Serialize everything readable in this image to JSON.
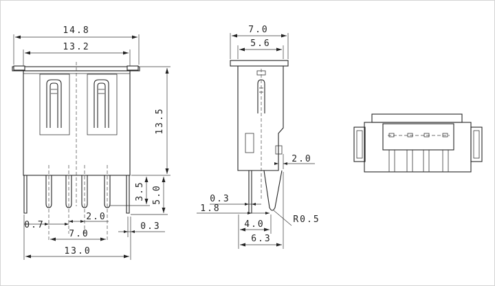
{
  "figure": {
    "front_view": {
      "dims": {
        "overall_width": "14.8",
        "body_width": "13.2",
        "height": "13.5",
        "pin_length": "3.5",
        "pin_total": "5.0",
        "pin_pitch": "2.0",
        "pin_offset": "0.7",
        "pin_span": "7.0",
        "peg_width": "0.3",
        "peg_span": "13.0"
      }
    },
    "side_view": {
      "dims": {
        "overall_width": "7.0",
        "inner_width": "5.6",
        "step": "2.0",
        "pin_thickness": "0.3",
        "pin_offset": "1.8",
        "tail_span": "4.0",
        "radius": "R0.5",
        "base_width": "6.3"
      }
    }
  }
}
